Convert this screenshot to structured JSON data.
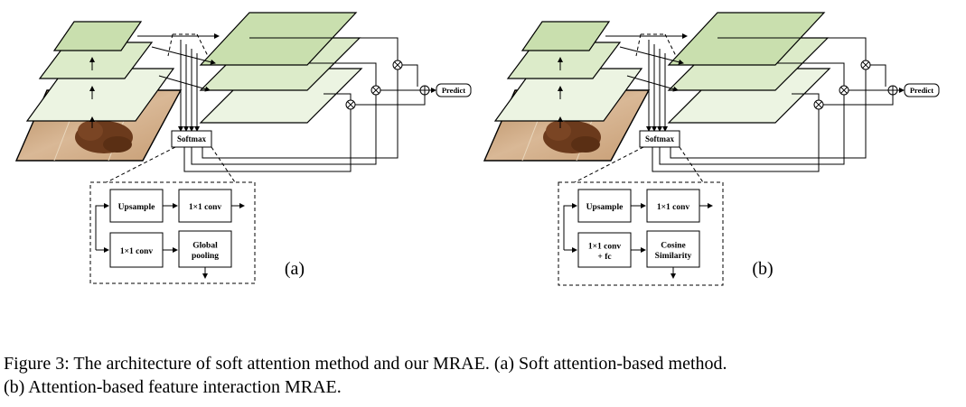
{
  "panels": [
    {
      "label": "(a)",
      "softmax": "Softmax",
      "predict": "Predict",
      "modules": [
        "Upsample",
        "1×1 conv",
        "1×1 conv",
        "Global\npooling"
      ]
    },
    {
      "label": "(b)",
      "softmax": "Softmax",
      "predict": "Predict",
      "modules": [
        "Upsample",
        "1×1 conv",
        "1×1 conv\n+ fc",
        "Cosine\nSimilarity"
      ]
    }
  ],
  "caption": {
    "line1": "Figure 3: The architecture of soft attention method and our MRAE. (a) Soft attention-based method.",
    "line2": "(b) Attention-based feature interaction MRAE."
  },
  "colors": {
    "layer_dark": "#c9dfae",
    "layer_mid": "#dcebc9",
    "layer_light": "#ecf4e2",
    "image_tan": "#c8a07a",
    "dog_brown": "#6b3a1c"
  }
}
